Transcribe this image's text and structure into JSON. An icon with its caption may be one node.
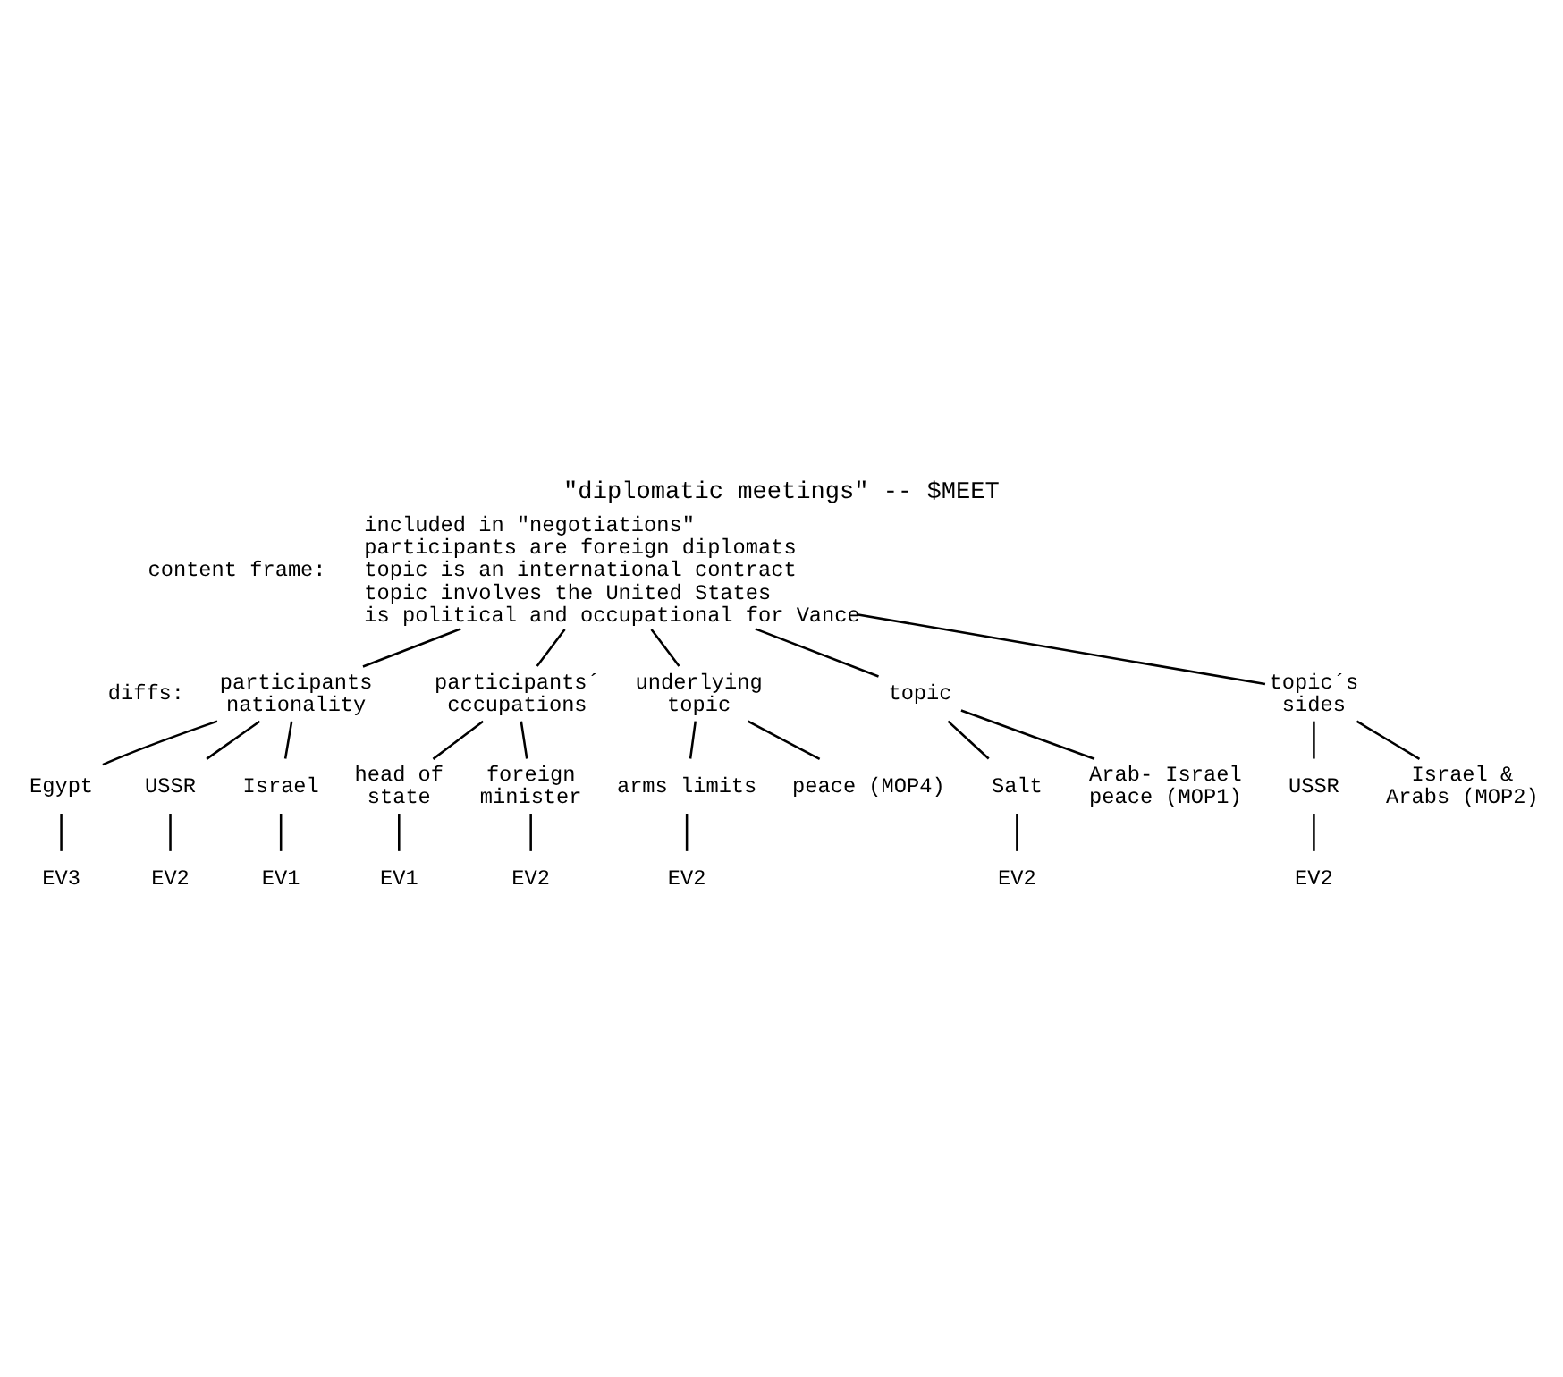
{
  "diagram": {
    "title": "\"diplomatic meetings\" -- $MEET",
    "nodes": [
      {
        "text": [
          "included in \"negotiations\"",
          "participants are foreign diplomats",
          "topic is an international contract",
          "topic involves the United States",
          "is political and occupational for Vance"
        ]
      },
      {
        "text": [
          "topic"
        ]
      },
      {
        "text": [
          "Arab- Israel peace (MOP1)"
        ]
      },
      {
        "text": [
          "Salt"
        ]
      },
      {
        "text": [
          "EV2"
        ]
      },
      {
        "text": [
          "topic´s sides"
        ]
      },
      {
        "text": [
          "Israel & Arabs (MOP2)"
        ]
      },
      {
        "text": [
          "USSR"
        ]
      },
      {
        "text": [
          "EV2"
        ]
      },
      {
        "text": [
          "participants nationality"
        ]
      },
      {
        "text": [
          "Israel"
        ]
      },
      {
        "text": [
          "EV1"
        ]
      },
      {
        "text": [
          "Egypt"
        ]
      },
      {
        "text": [
          "EV3"
        ]
      },
      {
        "text": [
          "USSR"
        ]
      },
      {
        "text": [
          "EV2"
        ]
      },
      {
        "text": [
          "participants´ cccupations"
        ]
      },
      {
        "text": [
          "foreign minister"
        ]
      },
      {
        "text": [
          "EV2"
        ]
      },
      {
        "text": [
          "head of state"
        ]
      },
      {
        "text": [
          "EV1"
        ]
      },
      {
        "text": [
          "underlying topic"
        ]
      },
      {
        "text": [
          "peace (MOP4)"
        ]
      },
      {
        "text": [
          "arms limits"
        ]
      },
      {
        "text": [
          "EV2"
        ]
      }
    ],
    "edges": [
      {
        "from": 0,
        "to": 1,
        "arrow": "none"
      },
      {
        "from": 0,
        "to": 5,
        "arrow": "none"
      },
      {
        "from": 0,
        "to": 9,
        "arrow": "none"
      },
      {
        "from": 0,
        "to": 16,
        "arrow": "none"
      },
      {
        "from": 0,
        "to": 21,
        "arrow": "none"
      },
      {
        "from": 1,
        "to": 2,
        "arrow": "none"
      },
      {
        "from": 1,
        "to": 3,
        "arrow": "none"
      },
      {
        "from": 3,
        "to": 4,
        "arrow": "none"
      },
      {
        "from": 5,
        "to": 6,
        "arrow": "none"
      },
      {
        "from": 5,
        "to": 7,
        "arrow": "none"
      },
      {
        "from": 7,
        "to": 8,
        "arrow": "none"
      },
      {
        "from": 9,
        "to": 10,
        "arrow": "none"
      },
      {
        "from": 9,
        "to": 12,
        "arrow": "none"
      },
      {
        "from": 9,
        "to": 14,
        "arrow": "none"
      },
      {
        "from": 10,
        "to": 11,
        "arrow": "none"
      },
      {
        "from": 12,
        "to": 13,
        "arrow": "none"
      },
      {
        "from": 14,
        "to": 15,
        "arrow": "none"
      },
      {
        "from": 16,
        "to": 17,
        "arrow": "none"
      },
      {
        "from": 16,
        "to": 19,
        "arrow": "none"
      },
      {
        "from": 17,
        "to": 18,
        "arrow": "none"
      },
      {
        "from": 19,
        "to": 20,
        "arrow": "none"
      },
      {
        "from": 21,
        "to": 22,
        "arrow": "none"
      },
      {
        "from": 21,
        "to": 23,
        "arrow": "none"
      },
      {
        "from": 23,
        "to": 24,
        "arrow": "none"
      }
    ],
    "labels": [
      "content frame:",
      "diffs:"
    ]
  }
}
